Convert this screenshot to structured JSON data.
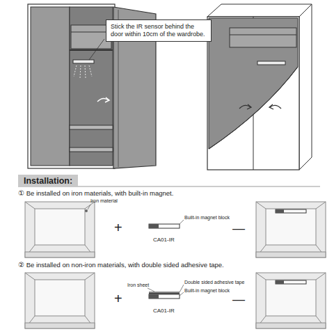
{
  "diagram": {
    "title": "Installation:",
    "nodes": [
      {
        "text": [
          "Stick the IR sensor behind the door within 10cm of the wardrobe."
        ]
      }
    ],
    "labels": [
      "① Be installed on iron materials, with built-in magnet.",
      "Iron material",
      "Built-in magnet block",
      "CA01-IR",
      "+",
      "—",
      "② Be installed on non-iron materials, with double sided adhesive tape.",
      "Iron sheet",
      "Double sided adhesive tape",
      "Built-in magnet block",
      "CA01-IR",
      "+",
      "—"
    ]
  }
}
